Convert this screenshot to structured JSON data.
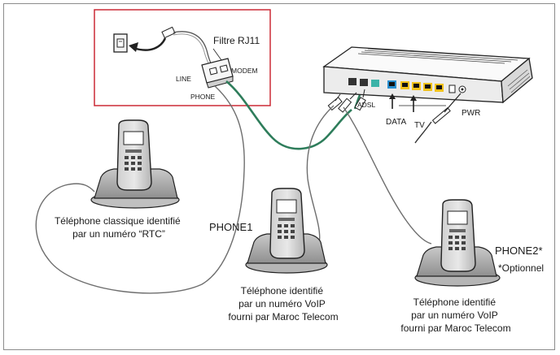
{
  "labels": {
    "filter": "Filtre RJ11",
    "line": "LINE",
    "modem": "MODEM",
    "phone": "PHONE",
    "adsl": "ADSL",
    "data": "DATA",
    "tv": "TV",
    "pwr": "PWR",
    "phone1": "PHONE1",
    "phone2": "PHONE2*",
    "optional": "*Optionnel"
  },
  "captions": {
    "classic": [
      "Téléphone classique identifié",
      "par un numéro “RTC”"
    ],
    "voip1": [
      "Téléphone identifié",
      "par un numéro VoIP",
      "fourni par Maroc Telecom"
    ],
    "voip2": [
      "Téléphone identifié",
      "par un numéro VoIP",
      "fourni par Maroc Telecom"
    ]
  },
  "colors": {
    "highlight_box": "#cc2a36",
    "adsl_cable": "#2e7d5b",
    "phone_cable": "#6e6e6e",
    "port_blue": "#2a8fd0",
    "port_teal": "#3bb3a8",
    "port_yellow": "#f2c21c"
  }
}
